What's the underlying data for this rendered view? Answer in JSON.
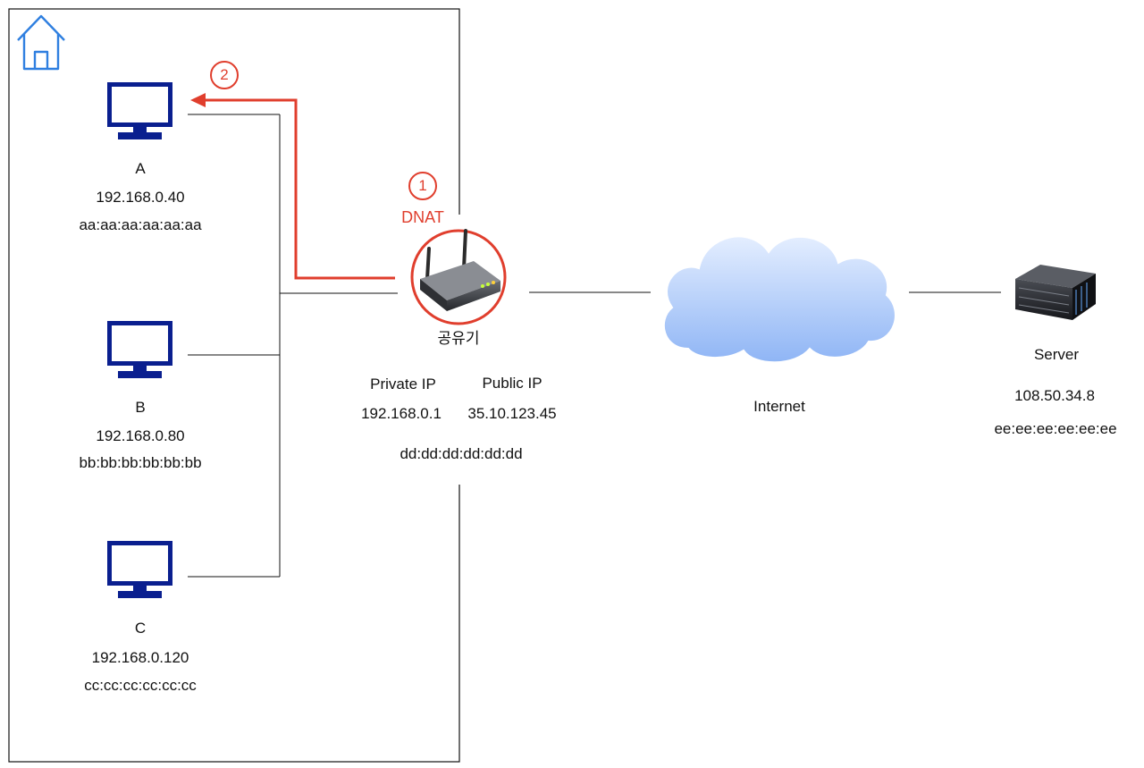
{
  "hosts": {
    "a": {
      "name": "A",
      "ip": "192.168.0.40",
      "mac": "aa:aa:aa:aa:aa:aa"
    },
    "b": {
      "name": "B",
      "ip": "192.168.0.80",
      "mac": "bb:bb:bb:bb:bb:bb"
    },
    "c": {
      "name": "C",
      "ip": "192.168.0.120",
      "mac": "cc:cc:cc:cc:cc:cc"
    }
  },
  "router": {
    "label": "공유기",
    "private_ip_label": "Private IP",
    "public_ip_label": "Public IP",
    "private_ip": "192.168.0.1",
    "public_ip": "35.10.123.45",
    "mac": "dd:dd:dd:dd:dd:dd"
  },
  "internet": {
    "label": "Internet"
  },
  "server": {
    "label": "Server",
    "ip": "108.50.34.8",
    "mac": "ee:ee:ee:ee:ee:ee"
  },
  "steps": [
    {
      "number": "1",
      "label": "DNAT"
    },
    {
      "number": "2"
    }
  ],
  "colors": {
    "accent": "#e03e2d",
    "monitor": "#0a1f8f",
    "home_icon": "#2f7fe0",
    "cloud": "#b9d1f7"
  }
}
